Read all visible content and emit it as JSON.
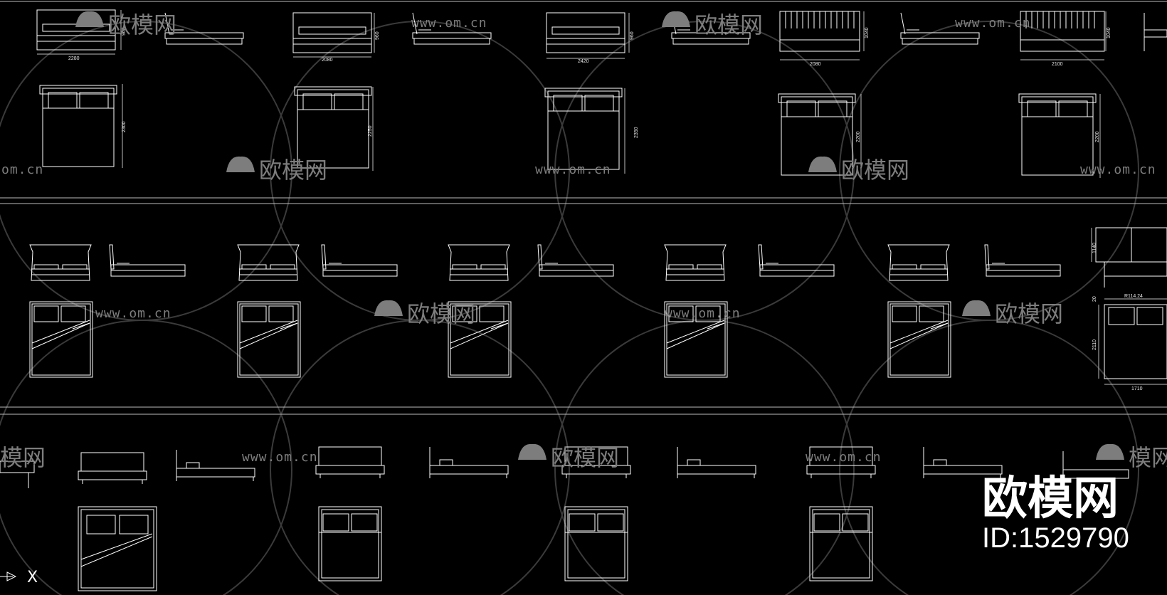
{
  "dimensions": {
    "row1_widths": [
      "2280",
      "2080",
      "2420",
      "2080",
      "2100"
    ],
    "row1_heights": [
      "960",
      "960",
      "960",
      "1040",
      "1040"
    ],
    "row1_depths": [
      "2300",
      "2250",
      "2350",
      "2200",
      "2200"
    ],
    "row2_width": "1710",
    "row2_height": "1140",
    "row2_depth": "2110",
    "row2_label": "R114.24",
    "row2_small": "20"
  },
  "watermarks": {
    "url": "www.om.cn",
    "url_partial": "om.cn",
    "name": "欧模网",
    "name_partial": "模网"
  },
  "brand": {
    "name": "欧模网",
    "id": "ID:1529790"
  },
  "ucs": {
    "axis_label": "X"
  },
  "colors": {
    "background": "#000000",
    "lines": "#ffffff",
    "watermark": "#7d7d7d"
  }
}
